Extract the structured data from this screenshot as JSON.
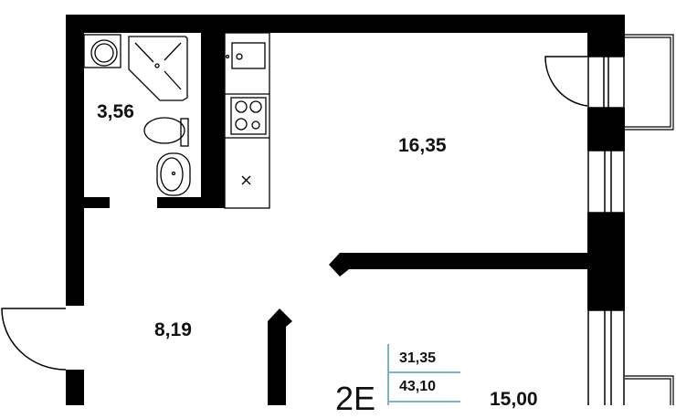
{
  "plan": {
    "apartment_type": "2E",
    "living_area": "31,35",
    "total_area": "43,10",
    "rooms": {
      "bathroom": "3,56",
      "kitchen_living": "16,35",
      "hallway": "8,19",
      "bedroom": "15,00"
    },
    "colors": {
      "wall": "#000000",
      "divider": "#7fb2c8",
      "text": "#111111"
    }
  }
}
